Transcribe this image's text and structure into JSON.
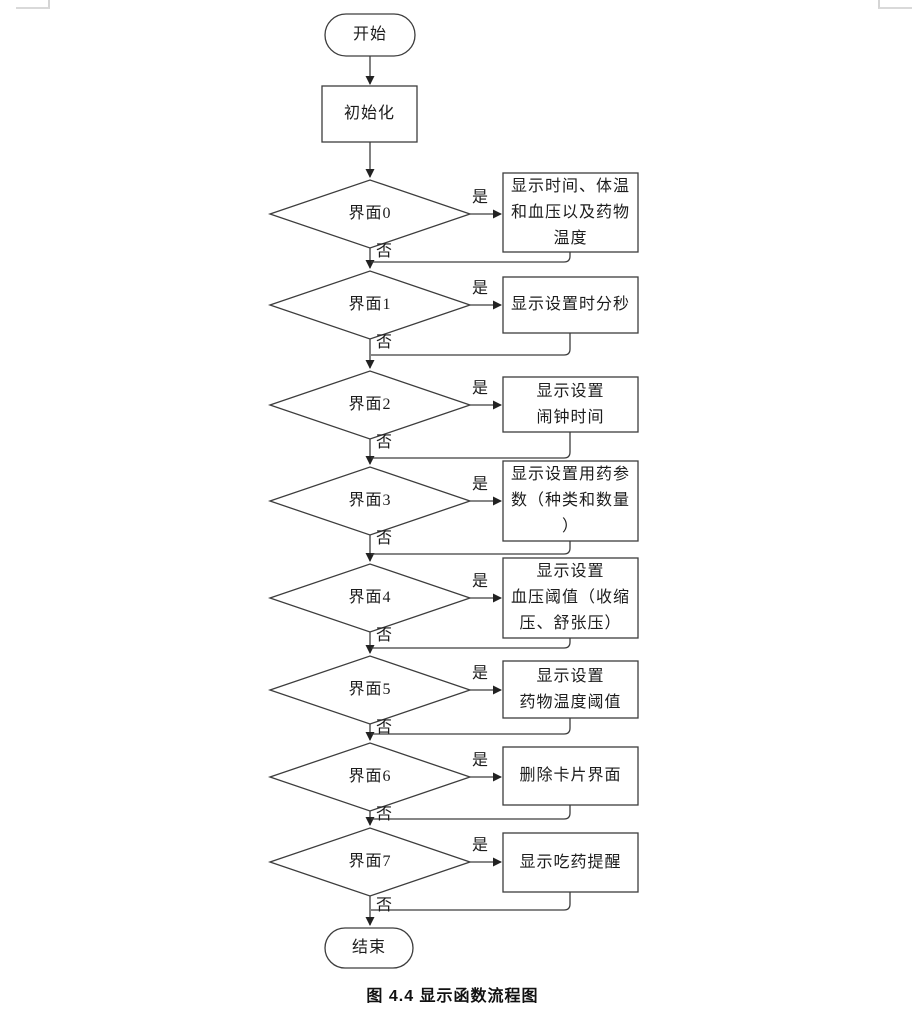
{
  "figure": {
    "caption": "图 4.4 显示函数流程图",
    "start_label": "开始",
    "init_label": "初始化",
    "end_label": "结束",
    "yes_label": "是",
    "no_label": "否",
    "rows": [
      {
        "condition": "界面0",
        "action": "显示时间、体温\n和血压以及药物\n温度"
      },
      {
        "condition": "界面1",
        "action": "显示设置时分秒"
      },
      {
        "condition": "界面2",
        "action": "显示设置\n闹钟时间"
      },
      {
        "condition": "界面3",
        "action": "显示设置用药参\n数（种类和数量\n）"
      },
      {
        "condition": "界面4",
        "action": "显示设置\n血压阈值（收缩\n压、舒张压）"
      },
      {
        "condition": "界面5",
        "action": "显示设置\n药物温度阈值"
      },
      {
        "condition": "界面6",
        "action": "删除卡片界面"
      },
      {
        "condition": "界面7",
        "action": "显示吃药提醒"
      }
    ],
    "colors": {
      "stroke": "#3d3d3d",
      "arrow": "#222222",
      "text": "#1c1c1c",
      "background": "#ffffff",
      "corner_mark": "#d5d5d5"
    }
  }
}
